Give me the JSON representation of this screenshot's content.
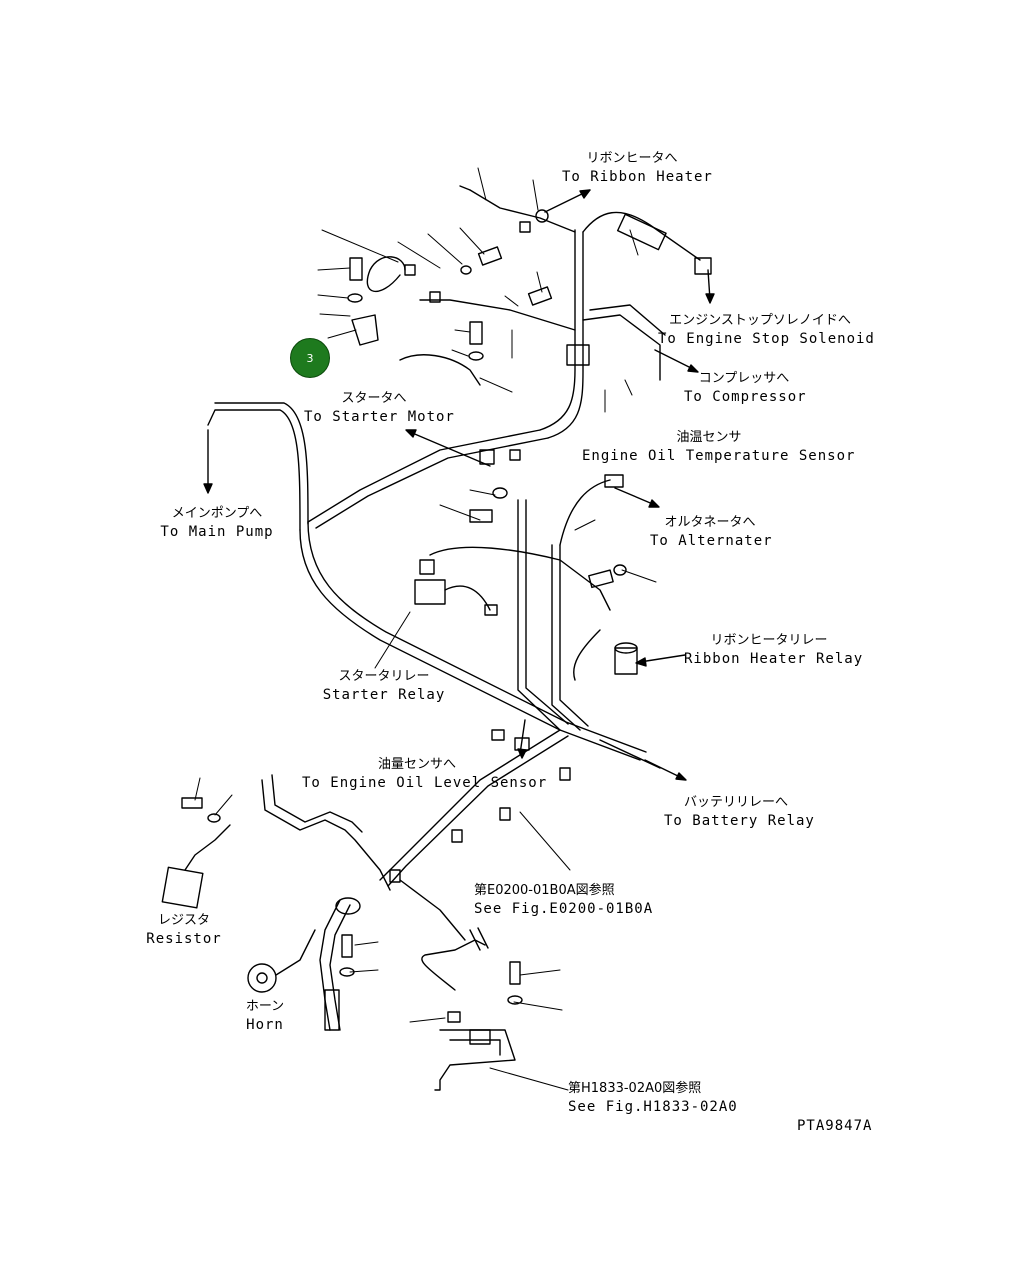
{
  "callout": {
    "number": "3"
  },
  "labels": {
    "ribbon_heater": {
      "jp": "リボンヒータへ",
      "en": "To Ribbon Heater"
    },
    "engine_stop_solenoid": {
      "jp": "エンジンストップソレノイドへ",
      "en": "To Engine Stop Solenoid"
    },
    "compressor": {
      "jp": "コンプレッサへ",
      "en": "To Compressor"
    },
    "oil_temp_sensor": {
      "jp": "油温センサ",
      "en": "Engine Oil Temperature Sensor"
    },
    "starter_motor": {
      "jp": "スタータへ",
      "en": "To Starter Motor"
    },
    "main_pump": {
      "jp": "メインポンプへ",
      "en": "To Main Pump"
    },
    "alternator": {
      "jp": "オルタネータへ",
      "en": "To Alternater"
    },
    "ribbon_heater_relay": {
      "jp": "リボンヒータリレー",
      "en": "Ribbon Heater Relay"
    },
    "starter_relay": {
      "jp": "スタータリレー",
      "en": "Starter Relay"
    },
    "oil_level_sensor": {
      "jp": "油量センサへ",
      "en": "To Engine Oil Level Sensor"
    },
    "battery_relay": {
      "jp": "バッテリリレーへ",
      "en": "To Battery Relay"
    },
    "fig_e0200": {
      "jp": "第E0200-01B0A図参照",
      "en": "See Fig.E0200-01B0A"
    },
    "resistor": {
      "jp": "レジスタ",
      "en": "Resistor"
    },
    "horn": {
      "jp": "ホーン",
      "en": "Horn"
    },
    "fig_h1833": {
      "jp": "第H1833-02A0図参照",
      "en": "See Fig.H1833-02A0"
    }
  },
  "drawing_code": "PTA9847A"
}
